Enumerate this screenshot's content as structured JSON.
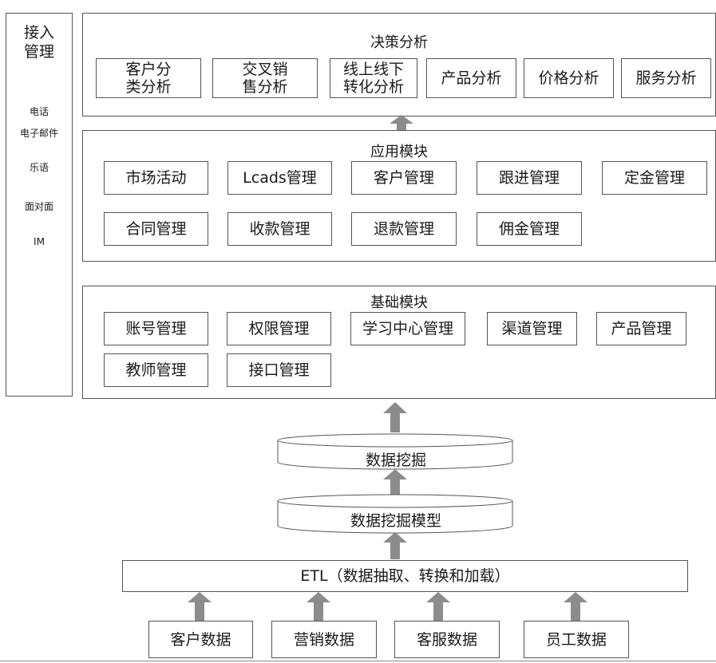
{
  "access": {
    "title": "接入\n管理",
    "items": [
      "电话",
      "电子邮件",
      "乐语",
      "面对面",
      "IM"
    ]
  },
  "decision": {
    "title": "决策分析",
    "items": [
      "客户分\n类分析",
      "交叉销\n售分析",
      "线上线下\n转化分析",
      "产品分析",
      "价格分析",
      "服务分析"
    ]
  },
  "application": {
    "title": "应用模块",
    "row1": [
      "市场活动",
      "Lcads管理",
      "客户管理",
      "跟进管理",
      "定金管理"
    ],
    "row2": [
      "合同管理",
      "收款管理",
      "退款管理",
      "佣金管理"
    ]
  },
  "foundation": {
    "title": "基础模块",
    "row1": [
      "账号管理",
      "权限管理",
      "学习中心管理",
      "渠道管理",
      "产品管理"
    ],
    "row2": [
      "教师管理",
      "接口管理"
    ]
  },
  "mining": {
    "top_label": "数据挖掘",
    "model_label": "数据挖掘模型"
  },
  "etl": {
    "label": "ETL（数据抽取、转换和加载）"
  },
  "sources": [
    "客户数据",
    "营销数据",
    "客服数据",
    "员工数据"
  ],
  "colors": {
    "arrow": "#8c8c8c",
    "border": "#555555"
  }
}
